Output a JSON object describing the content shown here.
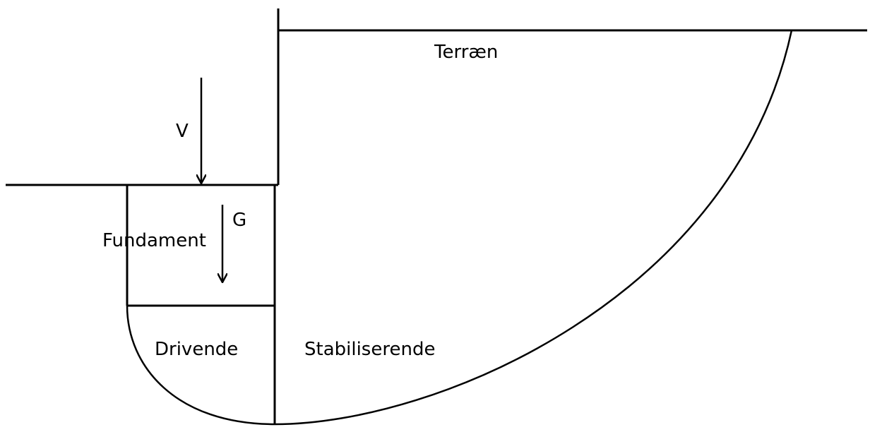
{
  "labels": {
    "terrain": "Terræn",
    "v_load": "V",
    "g_load": "G",
    "foundation": "Fundament",
    "driving": "Drivende",
    "stabilizing": "Stabiliserende"
  },
  "colors": {
    "line": "#000000",
    "text": "#000000",
    "background": "#ffffff"
  }
}
